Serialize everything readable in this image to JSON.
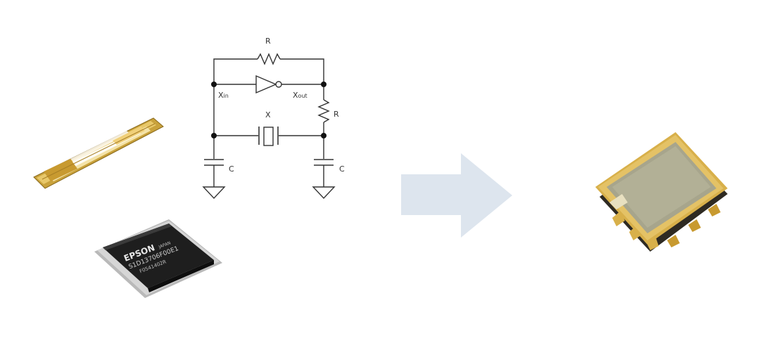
{
  "schematic": {
    "labels": {
      "r_top": "R",
      "r_side": "R",
      "x_in_main": "X",
      "x_in_sub": "in",
      "x_out_main": "X",
      "x_out_sub": "out",
      "crystal": "X",
      "c_left": "C",
      "c_right": "C"
    }
  },
  "chip": {
    "brand": "EPSON",
    "sub": "JAPAN",
    "part": "S1D13706F00E1",
    "code": "F0541402R"
  },
  "colors": {
    "arrow": "#dde5ee",
    "gold": "#d8b04a",
    "chip_body": "#1e1e1e",
    "lid": "#a7a58c"
  },
  "icons": {
    "tuning_fork": "tuning-fork-crystal-icon",
    "ic_chip": "ic-chip-icon",
    "arrow": "arrow-right-icon",
    "oscillator": "crystal-oscillator-package-icon"
  }
}
